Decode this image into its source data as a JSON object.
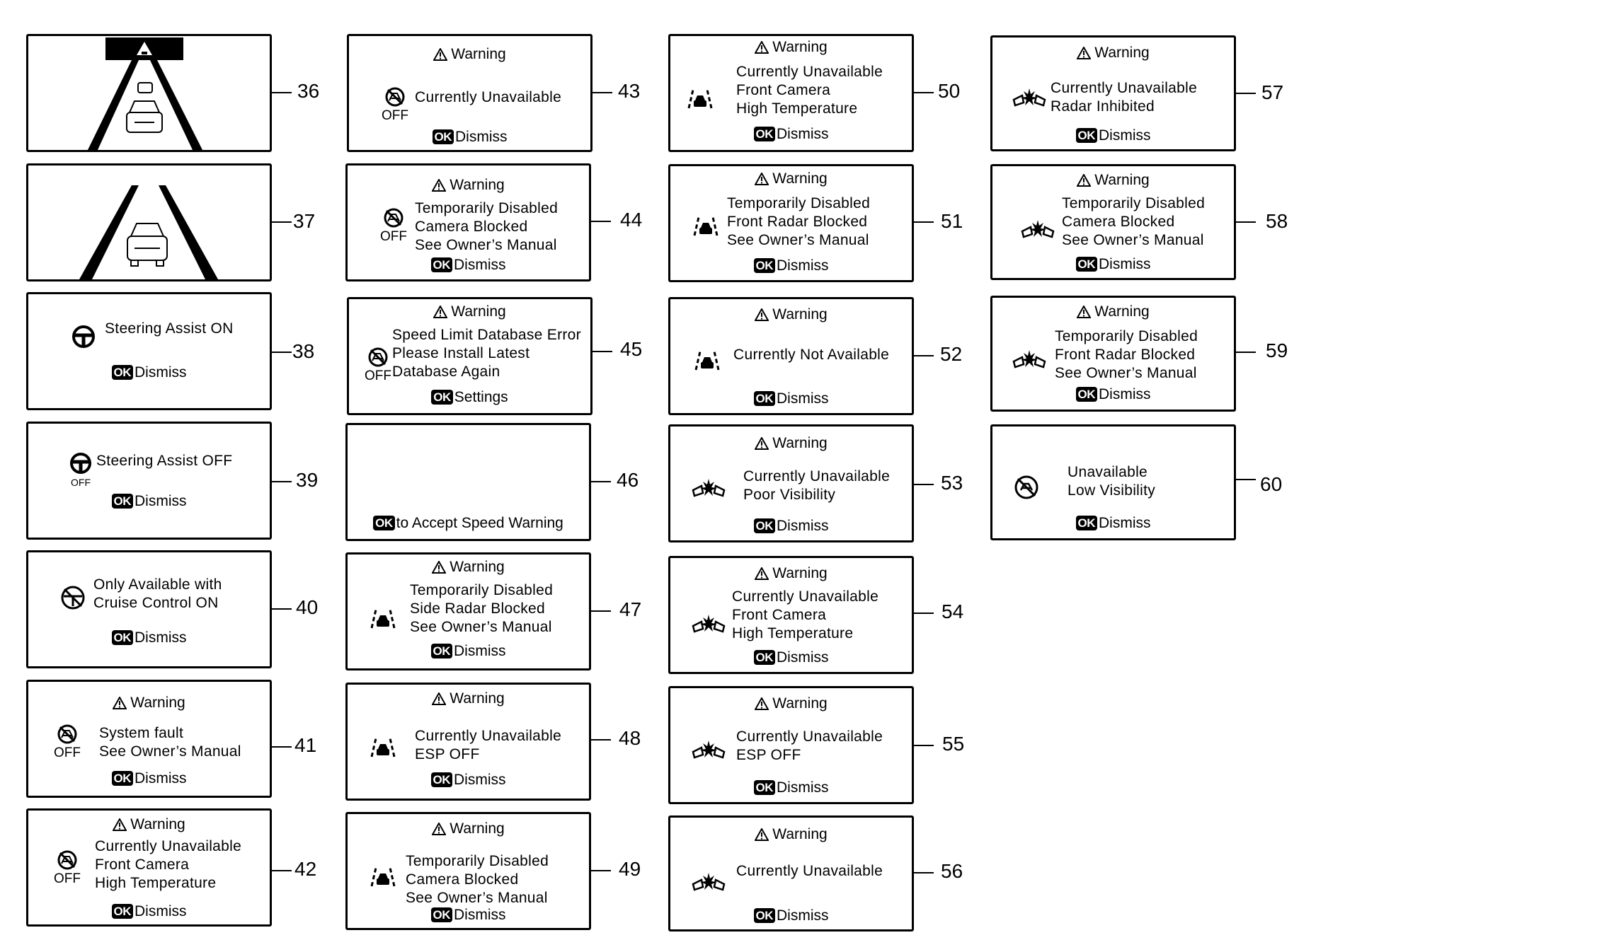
{
  "labels": {
    "warning": "Warning",
    "ok_badge": "OK",
    "off": "OFF"
  },
  "panels": {
    "p36": {
      "number": "36"
    },
    "p37": {
      "number": "37"
    },
    "p38": {
      "number": "38",
      "lines": [
        "Steering Assist ON"
      ],
      "action": "Dismiss"
    },
    "p39": {
      "number": "39",
      "lines": [
        "Steering Assist OFF"
      ],
      "action": "Dismiss"
    },
    "p40": {
      "number": "40",
      "lines": [
        "Only Available with",
        "Cruise Control ON"
      ],
      "action": "Dismiss"
    },
    "p41": {
      "number": "41",
      "lines": [
        "System fault",
        "See Owner’s Manual"
      ],
      "action": "Dismiss"
    },
    "p42": {
      "number": "42",
      "lines": [
        "Currently Unavailable",
        "Front Camera",
        "High Temperature"
      ],
      "action": "Dismiss"
    },
    "p43": {
      "number": "43",
      "lines": [
        "Currently Unavailable"
      ],
      "action": "Dismiss"
    },
    "p44": {
      "number": "44",
      "lines": [
        "Temporarily Disabled",
        "Camera Blocked",
        "See Owner’s Manual"
      ],
      "action": "Dismiss"
    },
    "p45": {
      "number": "45",
      "lines": [
        "Speed Limit Database Error",
        "Please Install Latest",
        "Database Again"
      ],
      "action": "Settings"
    },
    "p46": {
      "number": "46",
      "action": "to Accept Speed Warning"
    },
    "p47": {
      "number": "47",
      "lines": [
        "Temporarily Disabled",
        "Side Radar Blocked",
        "See Owner’s Manual"
      ],
      "action": "Dismiss"
    },
    "p48": {
      "number": "48",
      "lines": [
        "Currently Unavailable",
        "ESP OFF"
      ],
      "action": "Dismiss"
    },
    "p49": {
      "number": "49",
      "lines": [
        "Temporarily Disabled",
        "Camera Blocked",
        "See Owner’s Manual"
      ],
      "action": "Dismiss"
    },
    "p50": {
      "number": "50",
      "lines": [
        "Currently Unavailable",
        "Front Camera",
        "High Temperature"
      ],
      "action": "Dismiss"
    },
    "p51": {
      "number": "51",
      "lines": [
        "Temporarily Disabled",
        "Front Radar Blocked",
        "See Owner’s Manual"
      ],
      "action": "Dismiss"
    },
    "p52": {
      "number": "52",
      "lines": [
        "Currently Not Available"
      ],
      "action": "Dismiss"
    },
    "p53": {
      "number": "53",
      "lines": [
        "Currently Unavailable",
        "Poor Visibility"
      ],
      "action": "Dismiss"
    },
    "p54": {
      "number": "54",
      "lines": [
        "Currently Unavailable",
        "Front Camera",
        "High Temperature"
      ],
      "action": "Dismiss"
    },
    "p55": {
      "number": "55",
      "lines": [
        "Currently Unavailable",
        "ESP OFF"
      ],
      "action": "Dismiss"
    },
    "p56": {
      "number": "56",
      "lines": [
        "Currently Unavailable"
      ],
      "action": "Dismiss"
    },
    "p57": {
      "number": "57",
      "lines": [
        "Currently Unavailable",
        "Radar Inhibited"
      ],
      "action": "Dismiss"
    },
    "p58": {
      "number": "58",
      "lines": [
        "Temporarily Disabled",
        "Camera Blocked",
        "See Owner’s Manual"
      ],
      "action": "Dismiss"
    },
    "p59": {
      "number": "59",
      "lines": [
        "Temporarily Disabled",
        "Front Radar Blocked",
        "See Owner’s Manual"
      ],
      "action": "Dismiss"
    },
    "p60": {
      "number": "60",
      "lines": [
        "Unavailable",
        "Low Visibility"
      ],
      "action": "Dismiss"
    }
  },
  "icons": {
    "car_road": "car-on-road-icon",
    "steering": "steering-wheel-icon",
    "steering_crossed": "steering-assist-crossed-icon",
    "lane_off": "lane-assist-off-icon",
    "lane_car": "lane-keeping-car-icon",
    "collision": "collision-warning-icon",
    "warning": "warning-triangle-icon"
  }
}
